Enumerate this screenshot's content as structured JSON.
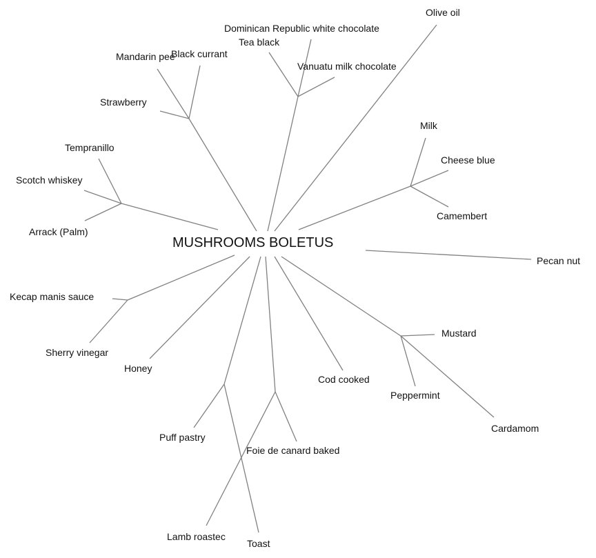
{
  "root": "MUSHROOMS BOLETUS",
  "leaves": {
    "olive_oil": "Olive oil",
    "dominican": "Dominican Republic white chocolate",
    "tea_black": "Tea black",
    "vanuatu": "Vanuatu milk chocolate",
    "mandarin": "Mandarin pee",
    "black_currant": "Black currant",
    "strawberry": "Strawberry",
    "milk": "Milk",
    "cheese_blue": "Cheese blue",
    "camembert": "Camembert",
    "tempranillo": "Tempranillo",
    "scotch": "Scotch whiskey",
    "arrack": "Arrack (Palm)",
    "pecan": "Pecan nut",
    "kecap": "Kecap manis sauce",
    "sherry": "Sherry vinegar",
    "honey": "Honey",
    "cod": "Cod cooked",
    "mustard": "Mustard",
    "peppermint": "Peppermint",
    "cardamom": "Cardamom",
    "puff": "Puff pastry",
    "foie": "Foie de canard baked",
    "lamb": "Lamb roastec",
    "toast": "Toast"
  }
}
